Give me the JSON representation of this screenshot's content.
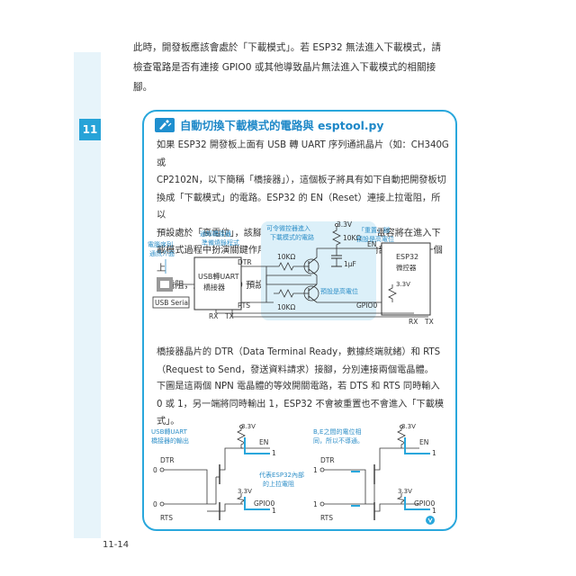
{
  "chapter": {
    "number": "11"
  },
  "intro": {
    "lines": [
      "此時，開發板應該會處於「下載模式」。若 ESP32 無法進入下載模式，請",
      "檢查電路是否有連接 GPIO0 或其他導致晶片無法進入下載模式的相關接",
      "腳。"
    ]
  },
  "box": {
    "title": "自動切換下載模式的電路與 esptool.py",
    "para1": [
      "如果 ESP32 開發板上面有 USB 轉 UART 序列通訊晶片（如：CH340G 或",
      "CP2102N，以下簡稱「橋接器」），這個板子將具有如下自動把開發板切",
      "換成「下載模式」的電路。ESP32 的 EN（Reset）連接上拉電阻，所以",
      "預設處於「高電位」，該腳也接了一個 1μF 電容，這個電容將在進入下",
      "載模式過程中扮演關鍵作用。ESP32 的 GPIO0 接腳內部也連接了一個上",
      "拉電阻，所以 GPIO0 預設也處於高電位。"
    ],
    "para2": [
      "橋接器晶片的 DTR（Data Terminal Ready，數據終端就緒）和 RTS",
      "（Request to Send，發送資料請求）接腳，分別連接兩個電晶體。"
    ],
    "para3": [
      "下圖是這兩個 NPN 電晶體的等效開關電路，若 DTS 和 RTS 同時輸入",
      "0 或 1，另一端將同時輸出 1，ESP32 不會被重置也不會進入「下載模",
      "式」。"
    ]
  },
  "diagram1": {
    "usb_note": [
      "電腦序列",
      "通訊介面"
    ],
    "usb_serial": "USB Serial",
    "bridge": [
      "USB轉UART",
      "橋接器"
    ],
    "notify_note": [
      "通知橋接器",
      "準備燒錄程式"
    ],
    "dtr": "DTR",
    "rts": "RTS",
    "rx": "RX",
    "tx": "TX",
    "ctrl_note": [
      "可令微控器進入",
      "下載模式的電路"
    ],
    "r1": "10KΩ",
    "r2": "10KΩ",
    "r3": "10KΩ",
    "v1": "3.3V",
    "v2": "3.3V",
    "cap": "1μF",
    "reset_note": [
      "「重置」腳",
      "預設是高電位"
    ],
    "gpio_note": "預設是高電位",
    "en": "EN",
    "esp32": [
      "ESP32",
      "微控器"
    ],
    "gpio0": "GPIO0",
    "rx2": "RX",
    "tx2": "TX"
  },
  "diagram2": {
    "left_note": [
      "USB轉UART",
      "橋接器的輸出"
    ],
    "v": "3.3V",
    "en": "EN",
    "dtr": "DTR",
    "rts": "RTS",
    "gpio0": "GPIO0",
    "in0a": "0",
    "in0b": "0",
    "out1a": "1",
    "out1b": "1",
    "mid_note": [
      "代表ESP32內部",
      "的上拉電阻"
    ],
    "right_note": [
      "B,E之間的電位相",
      "同，所以不導通。"
    ],
    "in1a": "1",
    "in1b": "1",
    "rout1": "1",
    "rout2": "1",
    "rv": "3.3V",
    "ren": "EN",
    "rdtr": "DTR",
    "rrts": "RTS",
    "rgpio0": "GPIO0",
    "rv2": "3.3V",
    "lv2": "3.3V"
  },
  "page": {
    "number": "11-14"
  }
}
